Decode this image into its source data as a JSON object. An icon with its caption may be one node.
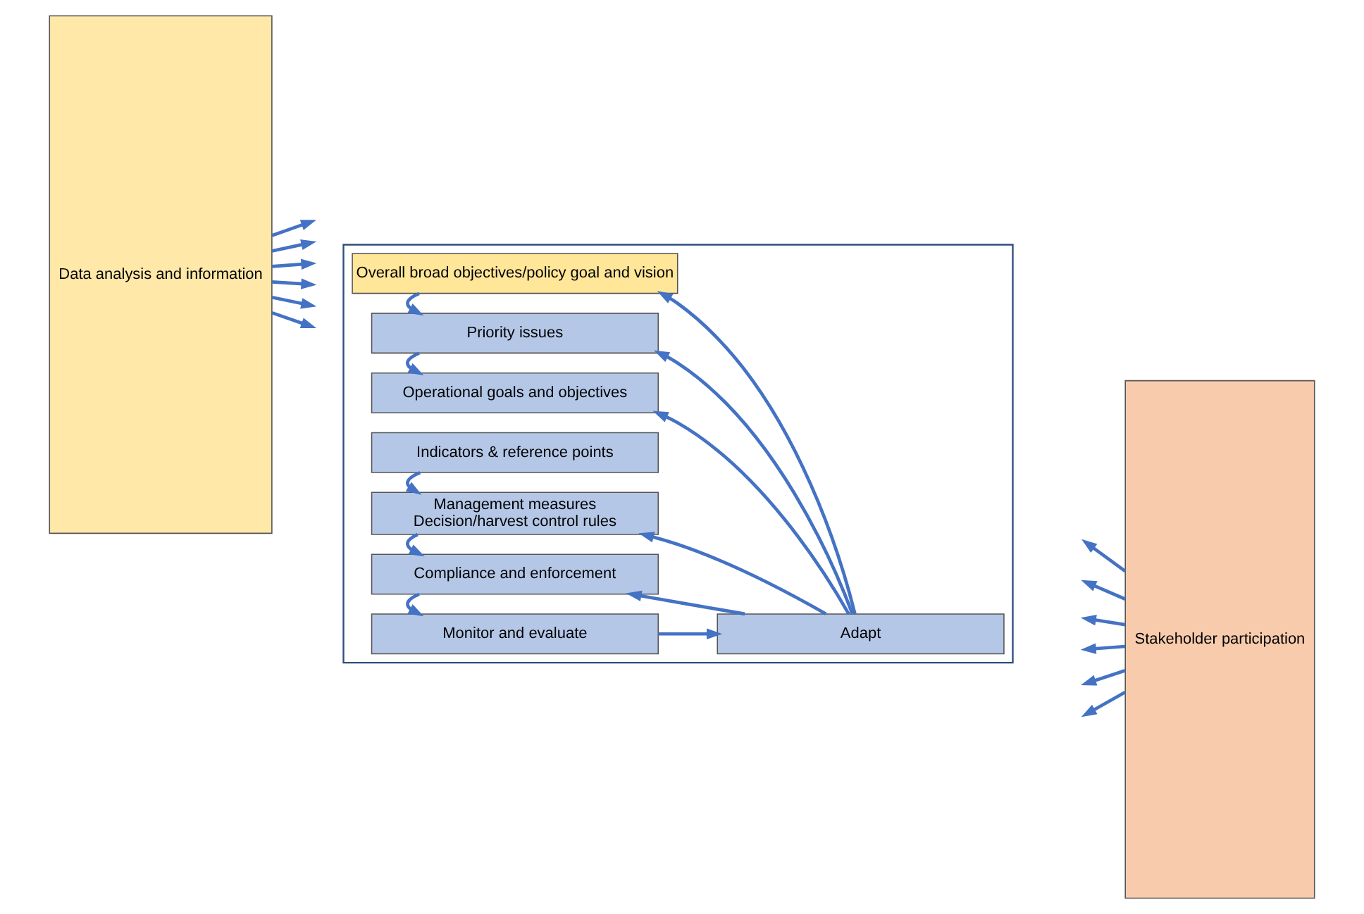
{
  "diagram": {
    "nodes": [
      {
        "text": [
          "Data analysis and information"
        ]
      },
      {
        "text": [],
        "shape": "box"
      },
      {
        "text": [
          "Overall broad objectives/policy goal and vision"
        ],
        "in": 1
      },
      {
        "text": [
          "Priority issues"
        ],
        "in": 1
      },
      {
        "text": [
          "Operational goals and objectives"
        ],
        "in": 1
      },
      {
        "text": [
          "Indicators & reference points"
        ],
        "in": 1
      },
      {
        "text": [
          "Management measures",
          "Decision/harvest control rules"
        ],
        "in": 1
      },
      {
        "text": [
          "Compliance and enforcement"
        ],
        "in": 1
      },
      {
        "text": [
          "Monitor and evaluate"
        ],
        "in": 1
      },
      {
        "text": [
          "Adapt"
        ],
        "in": 1
      },
      {
        "text": [
          "Stakeholder participation"
        ]
      }
    ],
    "edges": [
      {
        "from": 2,
        "to": 3,
        "arrow": "to"
      },
      {
        "from": 3,
        "to": 4,
        "arrow": "to"
      },
      {
        "from": 5,
        "to": 6,
        "arrow": "to"
      },
      {
        "from": 6,
        "to": 7,
        "arrow": "to"
      },
      {
        "from": 7,
        "to": 8,
        "arrow": "to"
      },
      {
        "from": 8,
        "to": 9,
        "arrow": "to"
      },
      {
        "from": 9,
        "to": 2,
        "arrow": "to"
      },
      {
        "from": 9,
        "to": 3,
        "arrow": "to"
      },
      {
        "from": 9,
        "to": 4,
        "arrow": "to"
      },
      {
        "from": 9,
        "to": 6,
        "arrow": "to"
      },
      {
        "from": 9,
        "to": 7,
        "arrow": "to"
      },
      {
        "from": 0,
        "to": null,
        "arrow": "to"
      },
      {
        "from": 0,
        "to": null,
        "arrow": "to"
      },
      {
        "from": 0,
        "to": null,
        "arrow": "to"
      },
      {
        "from": 0,
        "to": null,
        "arrow": "to"
      },
      {
        "from": 0,
        "to": null,
        "arrow": "to"
      },
      {
        "from": 0,
        "to": null,
        "arrow": "to"
      },
      {
        "from": 10,
        "to": null,
        "arrow": "to"
      },
      {
        "from": 10,
        "to": null,
        "arrow": "to"
      },
      {
        "from": 10,
        "to": null,
        "arrow": "to"
      },
      {
        "from": 10,
        "to": null,
        "arrow": "to"
      },
      {
        "from": 10,
        "to": null,
        "arrow": "to"
      },
      {
        "from": 10,
        "to": null,
        "arrow": "to"
      }
    ]
  }
}
